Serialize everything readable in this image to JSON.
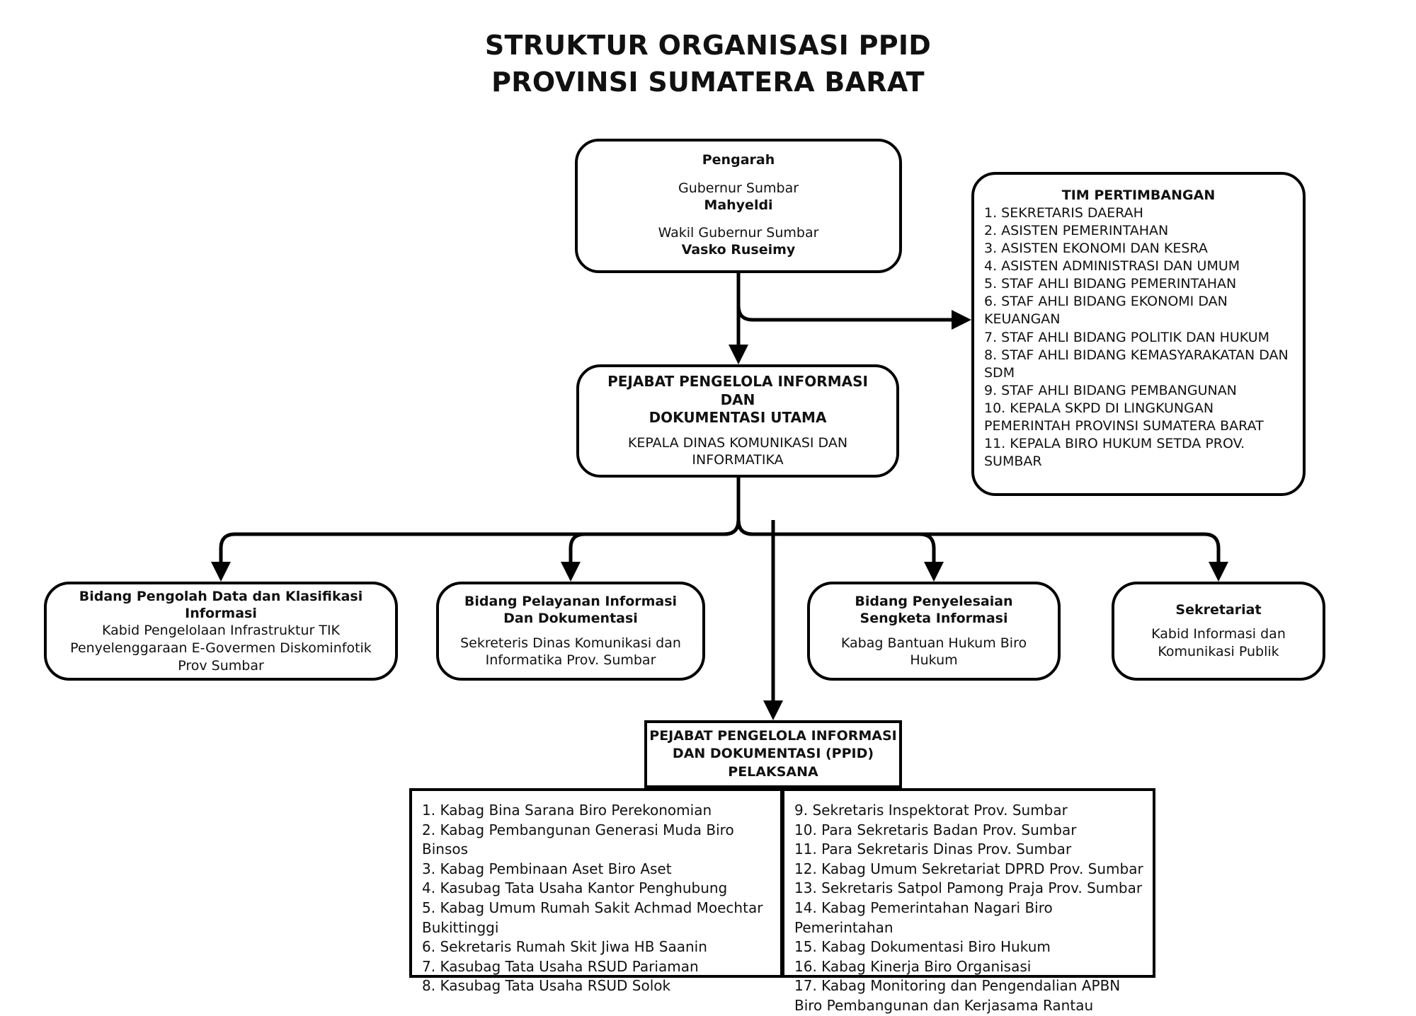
{
  "title": {
    "line1": "STRUKTUR ORGANISASI PPID",
    "line2": "PROVINSI SUMATERA BARAT"
  },
  "colors": {
    "stroke": "#000000",
    "background": "#ffffff",
    "text": "#111111"
  },
  "pengarah": {
    "title": "Pengarah",
    "role1": "Gubernur Sumbar",
    "name1": "Mahyeldi",
    "role2": "Wakil Gubernur Sumbar",
    "name2": "Vasko Ruseimy"
  },
  "tim_pertimbangan": {
    "heading": "TIM PERTIMBANGAN",
    "items": [
      "1. SEKRETARIS DAERAH",
      "2. ASISTEN PEMERINTAHAN",
      "3. ASISTEN EKONOMI DAN KESRA",
      "4. ASISTEN ADMINISTRASI DAN UMUM",
      "5. STAF AHLI BIDANG PEMERINTAHAN",
      "6. STAF AHLI BIDANG EKONOMI DAN KEUANGAN",
      "7. STAF AHLI BIDANG POLITIK DAN HUKUM",
      "8. STAF AHLI BIDANG KEMASYARAKATAN DAN SDM",
      "9. STAF AHLI BIDANG PEMBANGUNAN",
      "10. KEPALA SKPD DI LINGKUNGAN PEMERINTAH PROVINSI SUMATERA BARAT",
      "11. KEPALA BIRO HUKUM SETDA PROV. SUMBAR"
    ]
  },
  "ppid_utama": {
    "title_line1": "PEJABAT PENGELOLA INFORMASI DAN",
    "title_line2": "DOKUMENTASI UTAMA",
    "subtitle": "KEPALA DINAS KOMUNIKASI DAN INFORMATIKA"
  },
  "bidang": [
    {
      "title": "Bidang Pengolah Data dan Klasifikasi Informasi",
      "subtitle": "Kabid Pengelolaan Infrastruktur TIK Penyelenggaraan E-Govermen Diskominfotik Prov Sumbar"
    },
    {
      "title": "Bidang Pelayanan Informasi Dan Dokumentasi",
      "subtitle": "Sekreteris Dinas Komunikasi dan Informatika Prov. Sumbar"
    },
    {
      "title": "Bidang Penyelesaian Sengketa Informasi",
      "subtitle": "Kabag Bantuan Hukum Biro Hukum"
    },
    {
      "title": "Sekretariat",
      "subtitle": "Kabid Informasi dan Komunikasi Publik"
    }
  ],
  "ppid_pelaksana": {
    "title_line1": "PEJABAT PENGELOLA INFORMASI",
    "title_line2": "DAN DOKUMENTASI (PPID)",
    "title_line3": "PELAKSANA",
    "left_items": [
      "1. Kabag Bina Sarana Biro Perekonomian",
      "2. Kabag Pembangunan Generasi Muda Biro Binsos",
      "3. Kabag Pembinaan Aset Biro Aset",
      "4. Kasubag Tata Usaha Kantor Penghubung",
      "5. Kabag Umum Rumah Sakit Achmad Moechtar Bukittinggi",
      "6. Sekretaris Rumah Skit Jiwa HB Saanin",
      "7. Kasubag Tata Usaha RSUD Pariaman",
      "8. Kasubag Tata Usaha RSUD Solok"
    ],
    "right_items": [
      "9. Sekretaris Inspektorat Prov. Sumbar",
      "10. Para Sekretaris Badan Prov. Sumbar",
      "11. Para Sekretaris Dinas Prov. Sumbar",
      "12. Kabag Umum Sekretariat DPRD Prov. Sumbar",
      "13. Sekretaris Satpol Pamong Praja Prov. Sumbar",
      "14. Kabag Pemerintahan Nagari Biro Pemerintahan",
      "15. Kabag Dokumentasi Biro Hukum",
      "16. Kabag Kinerja Biro Organisasi",
      "17. Kabag Monitoring dan Pengendalian APBN Biro Pembangunan dan Kerjasama Rantau"
    ]
  }
}
